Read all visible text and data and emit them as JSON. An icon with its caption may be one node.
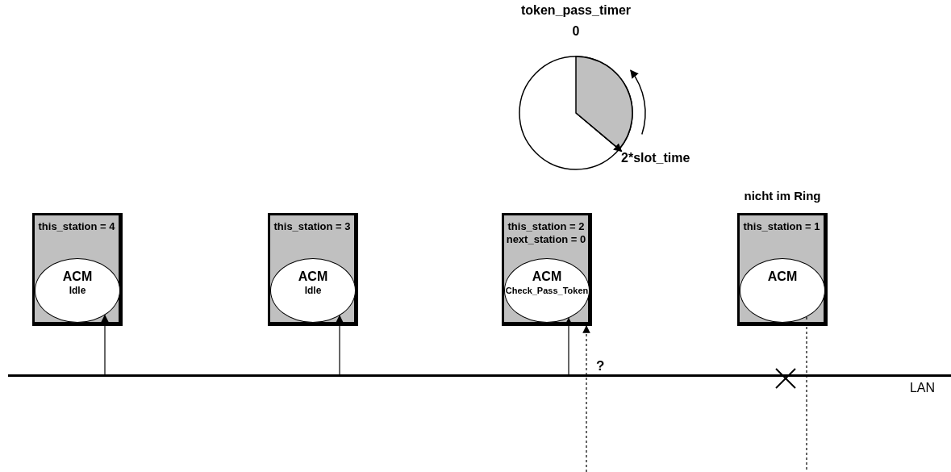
{
  "diagram": {
    "nodes": [
      {
        "text": [
          "this_station = 4"
        ]
      },
      {
        "text": [
          "ACM",
          "Idle"
        ],
        "in": 0
      },
      {
        "text": [
          "this_station = 3"
        ]
      },
      {
        "text": [
          "ACM",
          "Idle"
        ],
        "in": 2
      },
      {
        "text": [
          "this_station = 2",
          "next_station = 0"
        ]
      },
      {
        "text": [
          "ACM",
          "Check_Pass_Token"
        ],
        "in": 4
      },
      {
        "text": [
          "this_station = 1"
        ],
        "beside": [
          "nicht im Ring"
        ]
      },
      {
        "text": [
          "ACM"
        ],
        "in": 6
      },
      {
        "text": [
          "LAN"
        ]
      },
      {
        "text": [
          "token_pass_timer",
          "0",
          "2*slot_time"
        ]
      }
    ],
    "edges": [
      {
        "from": 8,
        "to": 1,
        "arrow": "to"
      },
      {
        "from": 8,
        "to": 3,
        "arrow": "to"
      },
      {
        "from": 8,
        "to": 5,
        "arrow": "to"
      },
      {
        "from": null,
        "to": 4,
        "arrow": "to",
        "style": "dashed",
        "label": "?"
      },
      {
        "from": 7,
        "to": null,
        "arrow": "none",
        "style": "dashed"
      }
    ]
  }
}
